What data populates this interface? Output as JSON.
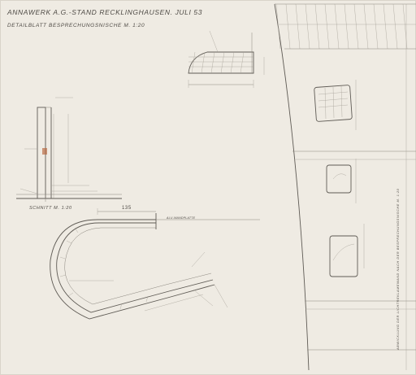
{
  "title": "ANNAWERK A.G.-STAND RECKLINGHAUSEN. JULI 53",
  "subtitle": "DETAILBLATT BESPRECHUNGSNISCHE M. 1:20",
  "section_label": "SCHNITT M. 1:20",
  "dimension_135": "135",
  "wall_label": "ALU-WANDPLATTE",
  "vertical_title": "ABWICKLUNG DER LICHTREKLAMEWAND NACH DER BESPRECHUNGSNISCHE M. 1:20",
  "colors": {
    "paper": "#efebe3",
    "ink": "#5f5b55",
    "accent": "#b5643a"
  }
}
